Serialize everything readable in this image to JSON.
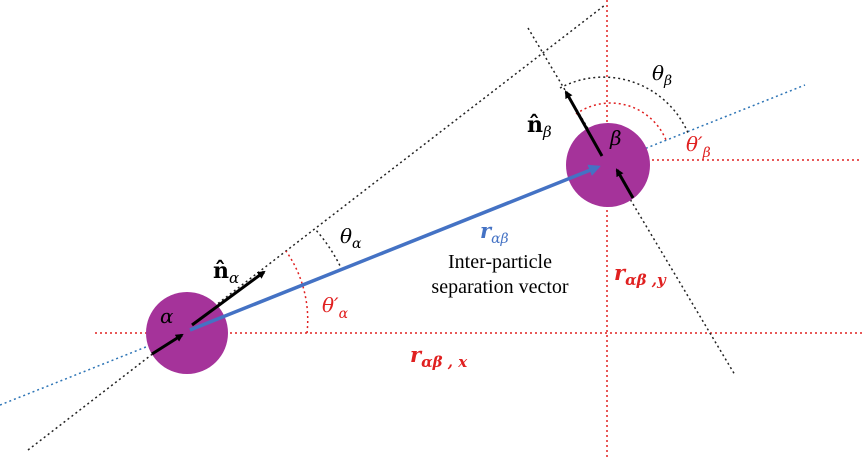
{
  "labels": {
    "alpha": "α",
    "beta": "β",
    "n_alpha_base": "n̂",
    "n_alpha_sub": "α",
    "n_beta_base": "n̂",
    "n_beta_sub": "β",
    "theta_alpha_base": "θ",
    "theta_alpha_sub": "α",
    "theta_beta_base": "θ",
    "theta_beta_sub": "β",
    "theta_prime_alpha_base": "θ′",
    "theta_prime_alpha_sub": "α",
    "theta_prime_beta_base": "θ′",
    "theta_prime_beta_sub": "β",
    "r_ab_base": "r",
    "r_ab_sub": "αβ",
    "r_abx_base": "r",
    "r_abx_sub": "αβ , x",
    "r_aby_base": "r",
    "r_aby_sub": "αβ ,y",
    "caption_line1": "Inter-particle",
    "caption_line2": "separation vector"
  },
  "colors": {
    "particle": "#a5339a",
    "separation_vector": "#4472c4",
    "axis_red": "#e02020",
    "dotted_black": "#222222",
    "dotted_blue": "#2e75b6",
    "arrow": "#000000"
  }
}
